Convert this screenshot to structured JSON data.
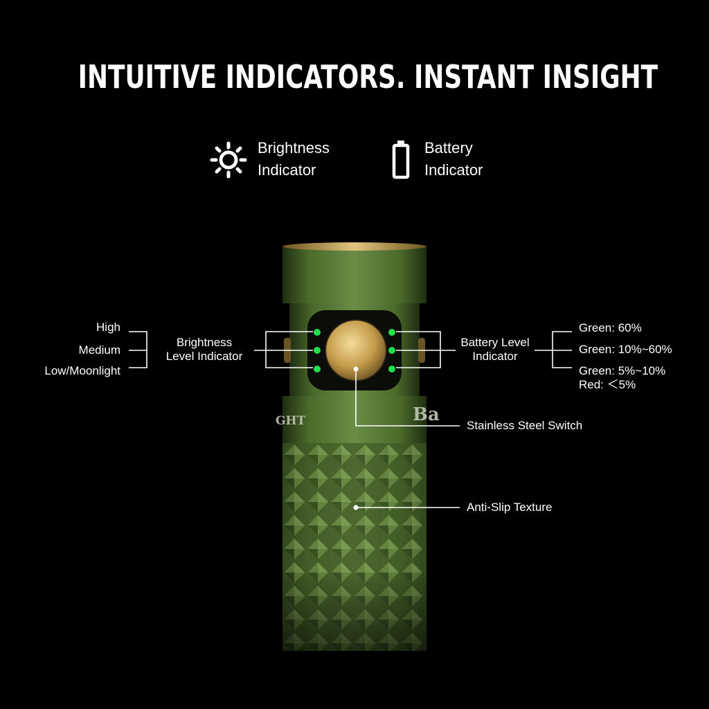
{
  "title": "INTUITIVE INDICATORS. INSTANT INSIGHT",
  "legend": [
    {
      "icon": "sun-icon",
      "line1": "Brightness",
      "line2": "Indicator"
    },
    {
      "icon": "battery-icon",
      "line1": "Battery",
      "line2": "Indicator"
    }
  ],
  "brightness_levels": [
    "High",
    "Medium",
    "Low/Moonlight"
  ],
  "brightness_label": {
    "line1": "Brightness",
    "line2": "Level Indicator"
  },
  "battery_label": {
    "line1": "Battery Level",
    "line2": "Indicator"
  },
  "battery_levels": [
    "Green:  60%",
    "Green: 10%~60%",
    "Green: 5%~10%",
    "Red: ＜5%"
  ],
  "callouts": {
    "switch": "Stainless Steel Switch",
    "texture": "Anti-Slip Texture"
  },
  "body_print": {
    "left": "GHT",
    "right": "Ba"
  },
  "colors": {
    "background": "#000000",
    "body_green": "#4d6b2f",
    "brass": "#c9a453",
    "indicator_green": "#1fe04a",
    "text": "#ffffff"
  }
}
